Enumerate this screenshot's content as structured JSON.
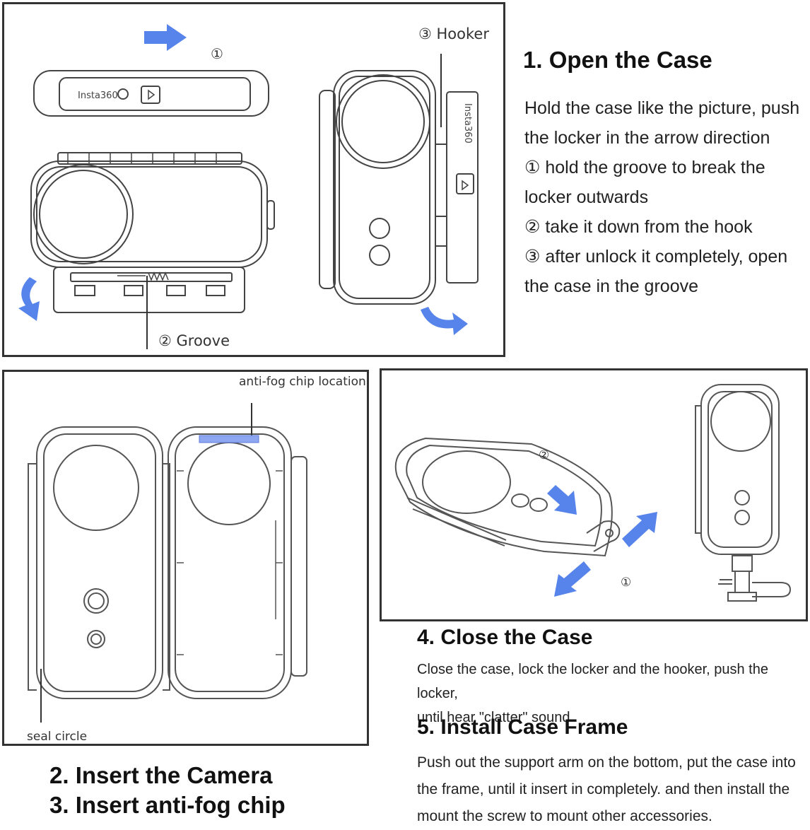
{
  "section1": {
    "title": "1. Open the Case",
    "lines": [
      "Hold the case like the picture, push",
      "the locker in the arrow direction",
      "① hold the groove to break the",
      "locker outwards",
      "② take it down from the hook",
      "③ after unlock it completely, open",
      "the case in the groove"
    ],
    "callout_hooker": "③ Hooker",
    "callout_step1": "①",
    "callout_groove": "② Groove",
    "brand_text": "Insta360"
  },
  "section23": {
    "callout_antifog": "anti-fog chip location",
    "callout_seal": "seal circle",
    "title_insert_camera": "2. Insert the Camera",
    "title_insert_chip": "3. Insert anti-fog chip"
  },
  "section4": {
    "callout_step2": "②",
    "callout_step1": "①",
    "title": "4. Close the Case",
    "lines": [
      "Close the case, lock the locker and the hooker, push the locker,",
      "until hear \"clatter\" sound"
    ]
  },
  "section5": {
    "title": "5. Install Case Frame",
    "lines": [
      "Push out the support arm on the bottom, put the case into",
      "the frame, until it insert in completely. and then install the",
      "mount the screw to mount other accessories."
    ]
  },
  "colors": {
    "arrow_blue": "#3a6fe8",
    "chip_blue": "#8fa7f0",
    "frame": "#333333"
  }
}
